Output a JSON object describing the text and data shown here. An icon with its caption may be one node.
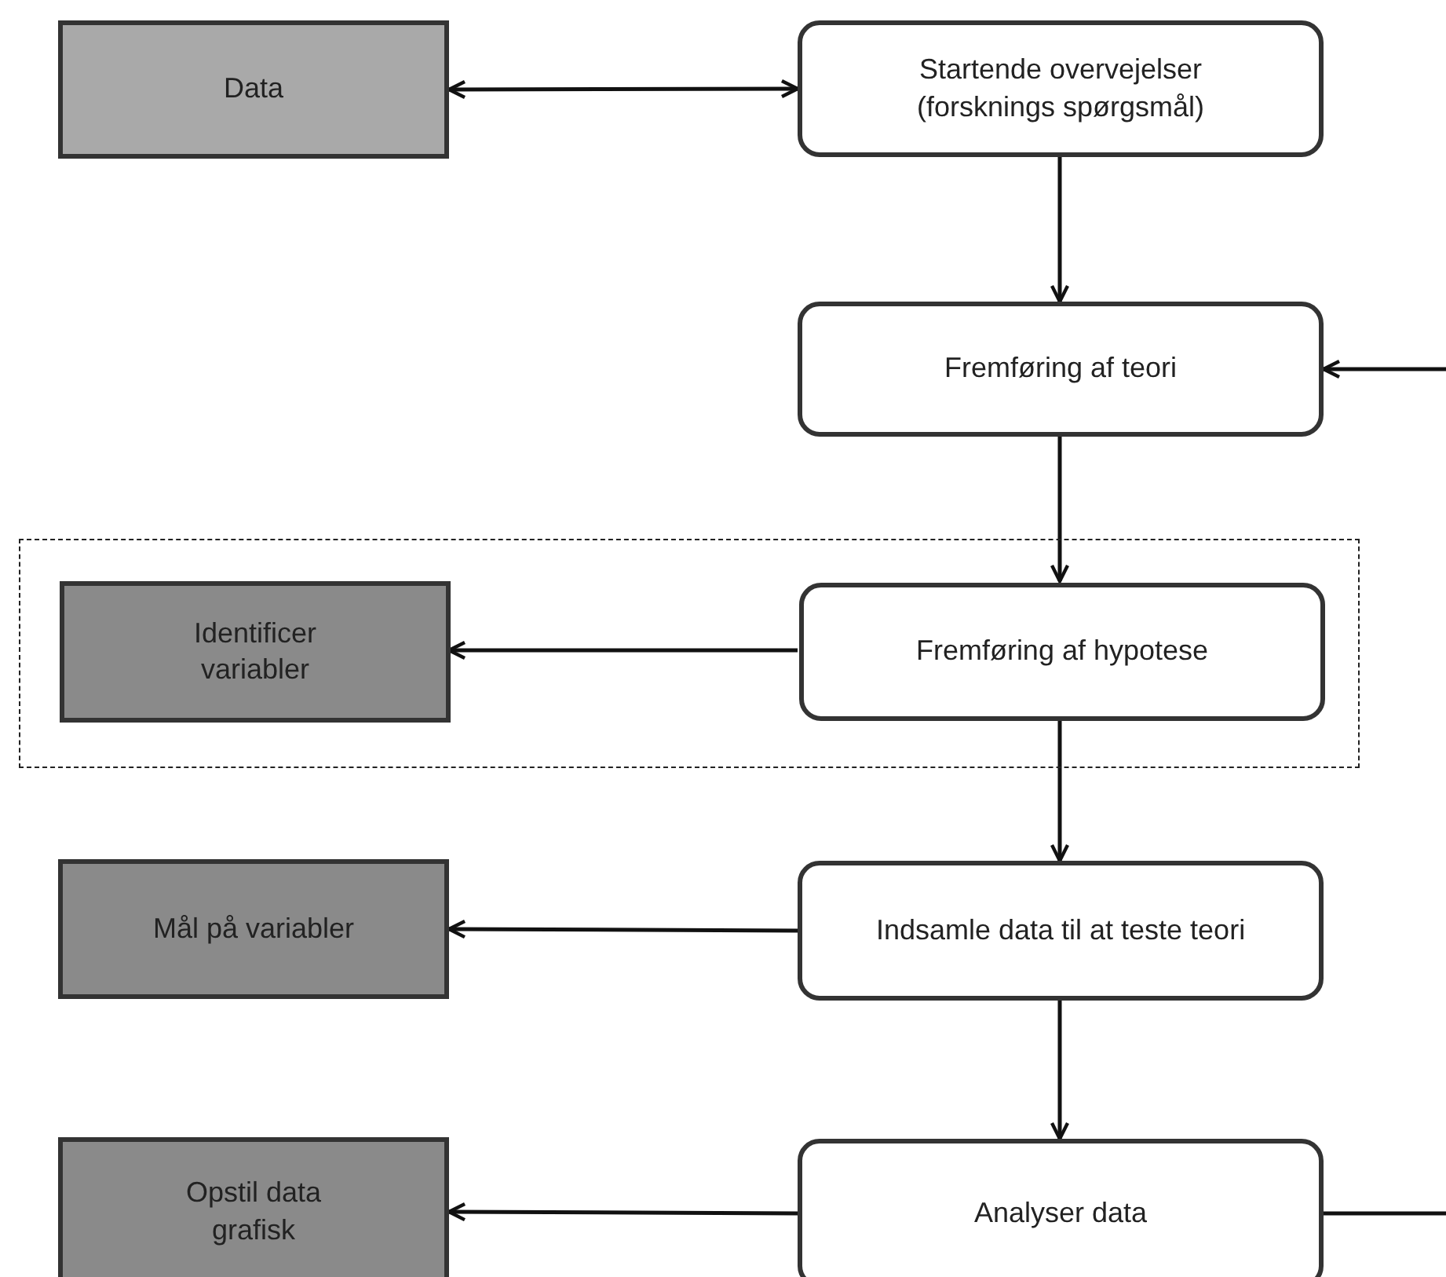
{
  "diagram": {
    "nodes": [
      {
        "text": [
          "Data"
        ]
      },
      {
        "text": [
          "Startende overvejelser (forsknings spørgsmål)"
        ]
      },
      {
        "text": [
          "Fremføring af teori"
        ]
      },
      {
        "text": [],
        "shape": "box"
      },
      {
        "text": [
          "Identificer variabler"
        ],
        "in": 3
      },
      {
        "text": [
          "Fremføring af hypotese"
        ],
        "in": 3
      },
      {
        "text": [
          "Mål på variabler"
        ]
      },
      {
        "text": [
          "Indsamle data til at teste teori"
        ]
      },
      {
        "text": [
          "Opstil data grafisk"
        ]
      },
      {
        "text": [
          "Analyser data"
        ]
      }
    ],
    "edges": [
      {
        "from": 0,
        "to": 1,
        "arrow": "both"
      },
      {
        "from": 1,
        "to": 2,
        "arrow": "to"
      },
      {
        "from": 2,
        "to": 5,
        "arrow": "to"
      },
      {
        "from": 5,
        "to": 4,
        "arrow": "to"
      },
      {
        "from": 5,
        "to": 7,
        "arrow": "to"
      },
      {
        "from": 7,
        "to": 6,
        "arrow": "to"
      },
      {
        "from": 7,
        "to": 9,
        "arrow": "to"
      },
      {
        "from": 9,
        "to": 8,
        "arrow": "to"
      },
      {
        "from": 9,
        "to": null,
        "arrow": "none"
      },
      {
        "from": null,
        "to": 2,
        "arrow": "to"
      }
    ]
  }
}
